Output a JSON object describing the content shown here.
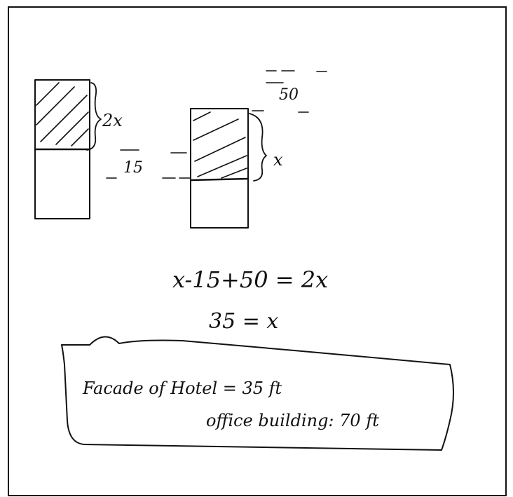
{
  "diagram": {
    "left_height_label": "2x",
    "right_top_label": "50",
    "right_height_label": "x",
    "offset_label": "15"
  },
  "equations": {
    "line1": "x-15+50 = 2x",
    "line2": "35 = x"
  },
  "answer": {
    "line1": "Facade of Hotel = 35 ft",
    "line2": "office building: 70 ft"
  }
}
